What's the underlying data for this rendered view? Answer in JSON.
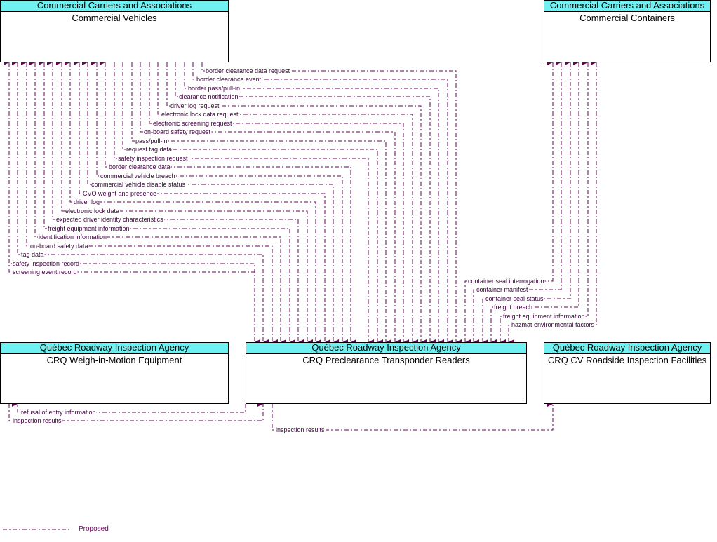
{
  "entities": {
    "commercial_vehicles": {
      "header": "Commercial Carriers and Associations",
      "name": "Commercial Vehicles"
    },
    "commercial_containers": {
      "header": "Commercial Carriers and Associations",
      "name": "Commercial Containers"
    },
    "weigh_in_motion": {
      "header": "Québec Roadway Inspection Agency",
      "name": "CRQ Weigh-in-Motion Equipment"
    },
    "transponder_readers": {
      "header": "Québec Roadway Inspection Agency",
      "name": "CRQ Preclearance Transponder Readers"
    },
    "roadside_facilities": {
      "header": "Québec Roadway Inspection Agency",
      "name": "CRQ CV Roadside Inspection Facilities"
    }
  },
  "flows_cv_to_readers": [
    "border clearance data request",
    "border clearance event",
    "border pass/pull-in",
    "clearance notification",
    "driver log request",
    "electronic lock data request",
    "electronic screening request",
    "on-board safety request",
    "pass/pull-in",
    "request tag data",
    "safety inspection request"
  ],
  "flows_readers_to_cv": [
    "border clearance data",
    "commercial vehicle breach",
    "commercial vehicle disable status",
    "CVO weight and presence",
    "driver log",
    "electronic lock data",
    "expected driver identity characteristics",
    "freight equipment information",
    "identification information",
    "on-board safety data",
    "tag data",
    "safety inspection record",
    "screening event record"
  ],
  "flows_containers_to_readers": [
    "container seal interrogation",
    "container manifest",
    "container seal status",
    "freight breach",
    "freight equipment information",
    "hazmat environmental factors"
  ],
  "flows_readers_to_wim": [
    "refusal of entry information",
    "inspection results"
  ],
  "flows_readers_to_facilities": [
    "inspection results"
  ],
  "legend": {
    "label": "Proposed"
  },
  "colors": {
    "flow": "#6a005a",
    "header": "#70f0f0"
  }
}
